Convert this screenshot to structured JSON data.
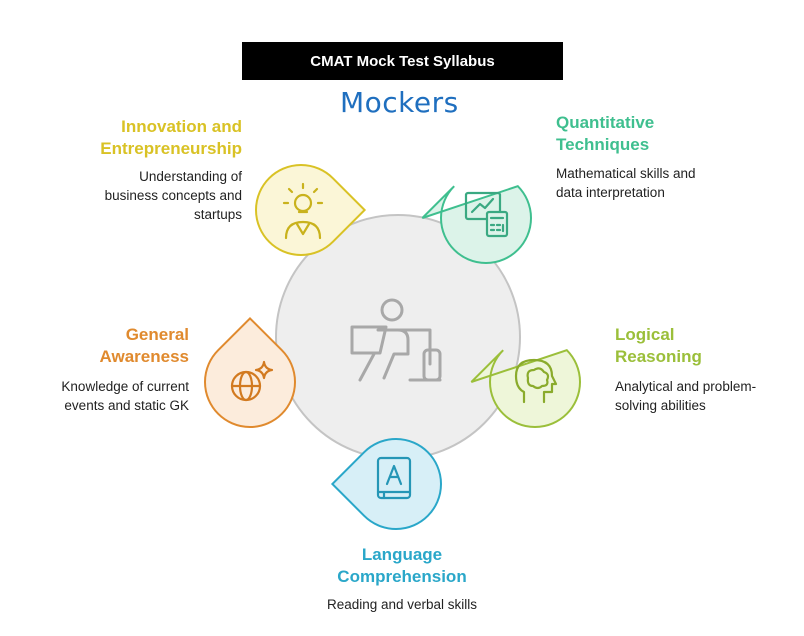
{
  "header": {
    "title": "CMAT Mock Test Syllabus",
    "logo_text": "Mockers"
  },
  "colors": {
    "innovation": "#d9c225",
    "quantitative": "#3fbf8f",
    "general": "#e08a2e",
    "logical": "#9bbf3a",
    "language": "#2aa7c9",
    "center": "#a8a8a8"
  },
  "sections": {
    "innovation": {
      "title_line1": "Innovation and",
      "title_line2": "Entrepreneurship",
      "desc_line1": "Understanding of",
      "desc_line2": "business concepts and",
      "desc_line3": "startups",
      "icon": "lightbulb-person-icon"
    },
    "quantitative": {
      "title_line1": "Quantitative",
      "title_line2": "Techniques",
      "desc_line1": "Mathematical skills and",
      "desc_line2": "data interpretation",
      "icon": "chart-calculator-icon"
    },
    "general": {
      "title_line1": "General",
      "title_line2": "Awareness",
      "desc_line1": "Knowledge of current",
      "desc_line2": "events and static GK",
      "icon": "globe-sparkle-icon"
    },
    "logical": {
      "title_line1": "Logical",
      "title_line2": "Reasoning",
      "desc_line1": "Analytical and problem-",
      "desc_line2": "solving abilities",
      "icon": "head-brain-icon"
    },
    "language": {
      "title_line1": "Language",
      "title_line2": "Comprehension",
      "desc_line1": "Reading and verbal skills",
      "icon": "book-letter-icon"
    }
  },
  "center_icon": "person-laptop-icon"
}
